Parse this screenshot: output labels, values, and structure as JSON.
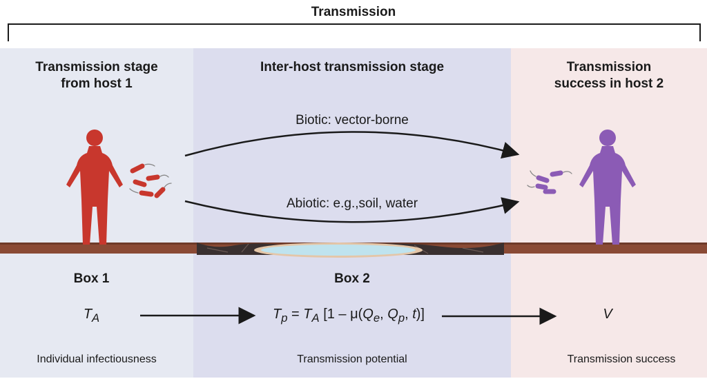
{
  "header": {
    "title": "Transmission"
  },
  "stages": {
    "host1": {
      "title_line1": "Transmission stage",
      "title_line2": "from host 1"
    },
    "inter": {
      "title": "Inter-host transmission stage"
    },
    "host2": {
      "title_line1": "Transmission",
      "title_line2": "success in host 2"
    }
  },
  "routes": {
    "biotic": "Biotic: vector-borne",
    "abiotic": "Abiotic: e.g.,soil, water"
  },
  "boxes": {
    "box1": "Box 1",
    "box2": "Box 2"
  },
  "formulas": {
    "ta_symbol": "T",
    "ta_sub": "A",
    "tp_symbol": "T",
    "tp_sub": "p",
    "tp_eq": " = ",
    "tp_rhs_t": "T",
    "tp_rhs_sub": "A",
    "tp_bracket_open": " [1 – μ(",
    "tp_qe": "Q",
    "tp_qe_sub": "e",
    "tp_comma1": ", ",
    "tp_qp": "Q",
    "tp_qp_sub": "p",
    "tp_comma2": ", ",
    "tp_t": "t",
    "tp_close": ")]",
    "v": "V"
  },
  "captions": {
    "left": "Individual infectiousness",
    "mid": "Transmission potential",
    "right": "Transmission success"
  },
  "colors": {
    "host1": "#c8372d",
    "host2": "#8b5bb5",
    "ground": "#8a4a35",
    "water": "#bfe3ee",
    "arrow": "#1a1a1a"
  }
}
